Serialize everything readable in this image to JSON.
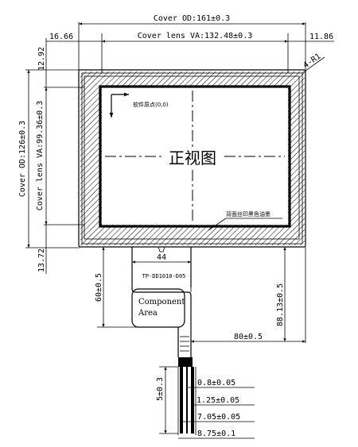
{
  "dimensions": {
    "cover_od_width": "Cover OD:161±0.3",
    "cover_lens_va_width": "Cover lens VA:132.48±0.3",
    "left_offset": "16.66",
    "right_offset": "11.86",
    "top_offset": "12.92",
    "cover_od_height": "Cover OD:126±0.3",
    "cover_lens_va_height": "Cover lens VA:99.36±0.3",
    "bottom_offset": "13.72",
    "corner_radius": "4-R1",
    "fpc_width": "44",
    "fpc_length": "60±0.5",
    "fpc_tail_length": "88.13±0.5",
    "fpc_tail_offset": "80±0.5",
    "gold_finger_pitch": "0.8±0.05",
    "gold_finger_width": "1.25±0.05",
    "connector_inner": "7.05±0.05",
    "connector_outer": "8.75±0.1",
    "stiffener_length": "5±0.3"
  },
  "labels": {
    "origin": "软件原点(0,0)",
    "front_view": "正视图",
    "back_print": "背面丝印黑色油墨",
    "part_number": "TP-DD1010-D05",
    "component_area_line1": "Component",
    "component_area_line2": "Area"
  }
}
